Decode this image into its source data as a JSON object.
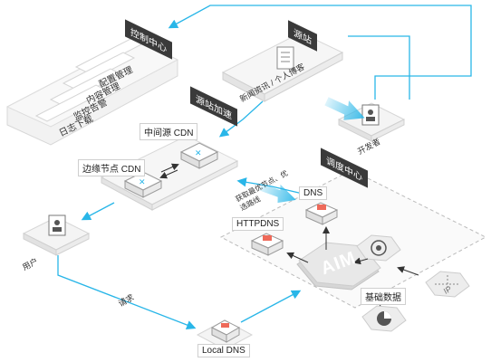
{
  "control_center": {
    "title": "控制中心",
    "items": [
      "配置管理",
      "内容管理",
      "监控告警",
      "日志下载"
    ]
  },
  "origin": {
    "title": "源站",
    "content": "新闻资讯 / 个人博客"
  },
  "acceleration": {
    "title": "源站加速",
    "mid_cdn": "中间源 CDN",
    "edge_cdn": "边缘节点 CDN"
  },
  "scheduling": {
    "title": "调度中心",
    "dns": "DNS",
    "httpdns": "HTTPDNS",
    "aim": "AIM",
    "base_data": "基础数据",
    "optimal_route": "获取最优节点、优选路线",
    "ip": "IP"
  },
  "developer": "开发者",
  "user": "用户",
  "request": "请求",
  "local_dns": "Local DNS",
  "colors": {
    "accent": "#29b6e8",
    "dark_tag": "#3a3a3a",
    "platform": "#f4f4f4",
    "edge": "#d8d8d8"
  }
}
